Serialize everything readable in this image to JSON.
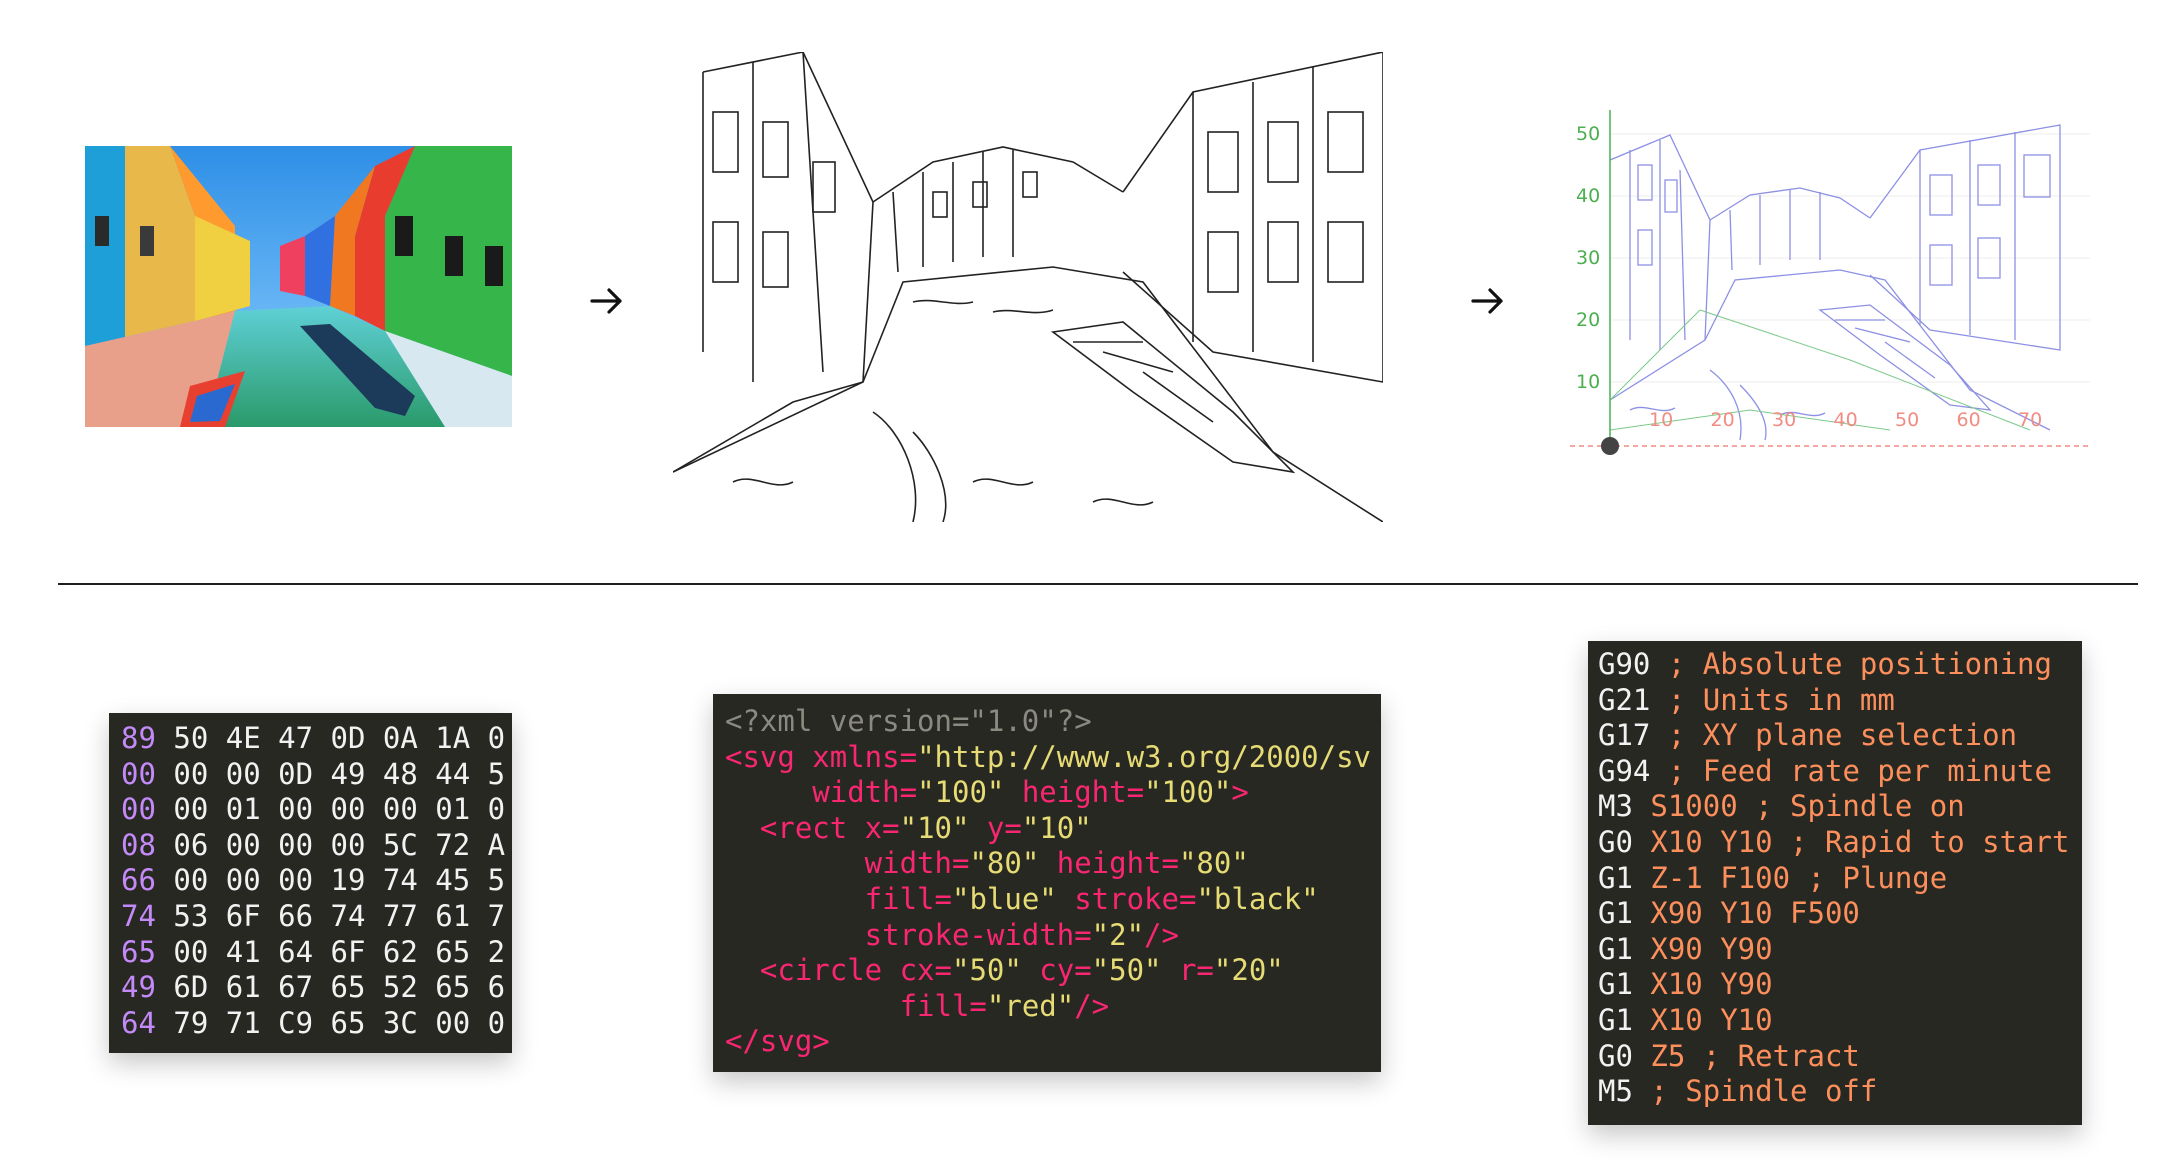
{
  "plot": {
    "y_ticks": [
      "50",
      "40",
      "30",
      "20",
      "10"
    ],
    "x_ticks": [
      "10",
      "20",
      "30",
      "40",
      "50",
      "60",
      "70"
    ],
    "axis_color": "#4caf50",
    "x_axis_color": "#f28b82",
    "drawing_color": "#7b7fdc"
  },
  "hex_dump": {
    "rows": [
      {
        "addr": "89",
        "bytes": "50 4E 47 0D 0A 1A 0"
      },
      {
        "addr": "00",
        "bytes": "00 00 0D 49 48 44 5"
      },
      {
        "addr": "00",
        "bytes": "00 01 00 00 00 01 0"
      },
      {
        "addr": "08",
        "bytes": "06 00 00 00 5C 72 A"
      },
      {
        "addr": "66",
        "bytes": "00 00 00 19 74 45 5"
      },
      {
        "addr": "74",
        "bytes": "53 6F 66 74 77 61 7"
      },
      {
        "addr": "65",
        "bytes": "00 41 64 6F 62 65 2"
      },
      {
        "addr": "49",
        "bytes": "6D 61 67 65 52 65 6"
      },
      {
        "addr": "64",
        "bytes": "79 71 C9 65 3C 00 0"
      }
    ]
  },
  "svg_code": {
    "xml_decl": "<?xml version=\"1.0\"?>",
    "l2a": "<svg xmlns=",
    "l2b": "\"http://www.w3.org/2000/sv",
    "l3a": "     width=",
    "l3b": "\"100\"",
    "l3c": " height=",
    "l3d": "\"100\"",
    "l3e": ">",
    "l4a": "  <rect x=",
    "l4b": "\"10\"",
    "l4c": " y=",
    "l4d": "\"10\"",
    "l5a": "        width=",
    "l5b": "\"80\"",
    "l5c": " height=",
    "l5d": "\"80\"",
    "l6a": "        fill=",
    "l6b": "\"blue\"",
    "l6c": " stroke=",
    "l6d": "\"black\"",
    "l7a": "        stroke-width=",
    "l7b": "\"2\"",
    "l7c": "/>",
    "l8a": "  <circle cx=",
    "l8b": "\"50\"",
    "l8c": " cy=",
    "l8d": "\"50\"",
    "l8e": " r=",
    "l8f": "\"20\"",
    "l9a": "          fill=",
    "l9b": "\"red\"",
    "l9c": "/>",
    "l10": "</svg>"
  },
  "gcode": {
    "lines": [
      {
        "cmd": "G90",
        "rest": " ; Absolute positioning"
      },
      {
        "cmd": "G21",
        "rest": " ; Units in mm"
      },
      {
        "cmd": "G17",
        "rest": " ; XY plane selection"
      },
      {
        "cmd": "G94",
        "rest": " ; Feed rate per minute"
      },
      {
        "cmd": "M3",
        "rest": " S1000 ; Spindle on"
      },
      {
        "cmd": "G0",
        "rest": " X10 Y10 ; Rapid to start"
      },
      {
        "cmd": "G1",
        "rest": " Z-1 F100 ; Plunge"
      },
      {
        "cmd": "G1",
        "rest": " X90 Y10 F500"
      },
      {
        "cmd": "G1",
        "rest": " X90 Y90"
      },
      {
        "cmd": "G1",
        "rest": " X10 Y90"
      },
      {
        "cmd": "G1",
        "rest": " X10 Y10"
      },
      {
        "cmd": "G0",
        "rest": " Z5 ; Retract"
      },
      {
        "cmd": "M5",
        "rest": " ; Spindle off"
      }
    ]
  }
}
